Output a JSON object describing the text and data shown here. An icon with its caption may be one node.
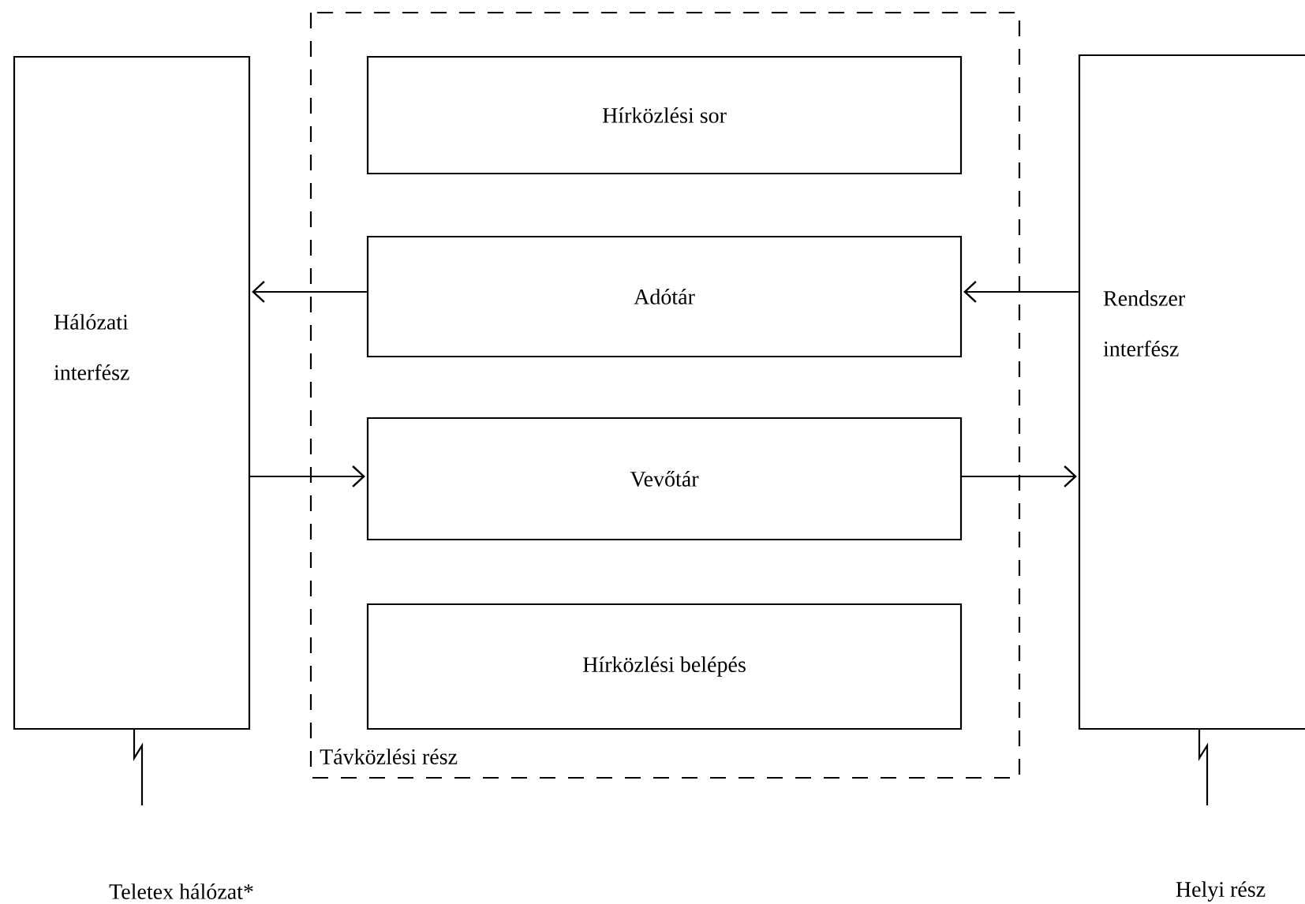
{
  "diagram": {
    "nodes": [
      {
        "text": [
          "Hálózati interfész"
        ]
      },
      {
        "text": [
          "Távközlési rész"
        ]
      },
      {
        "text": [
          "Hírközlési sor"
        ],
        "in": 1
      },
      {
        "text": [
          "Adótár"
        ],
        "in": 1
      },
      {
        "text": [
          "Vevőtár"
        ],
        "in": 1
      },
      {
        "text": [
          "Hírközlési belépés"
        ],
        "in": 1
      },
      {
        "text": [
          "Rendszer interfész"
        ]
      },
      {
        "text": [
          "Teletex hálózat*"
        ]
      },
      {
        "text": [
          "Helyi rész"
        ]
      }
    ],
    "edges": [
      {
        "from": 3,
        "to": 0,
        "arrow": "to"
      },
      {
        "from": 0,
        "to": 4,
        "arrow": "to"
      },
      {
        "from": 6,
        "to": 3,
        "arrow": "to"
      },
      {
        "from": 4,
        "to": 6,
        "arrow": "to"
      },
      {
        "from": 0,
        "to": 7,
        "arrow": "none"
      },
      {
        "from": 6,
        "to": 8,
        "arrow": "none"
      }
    ]
  }
}
